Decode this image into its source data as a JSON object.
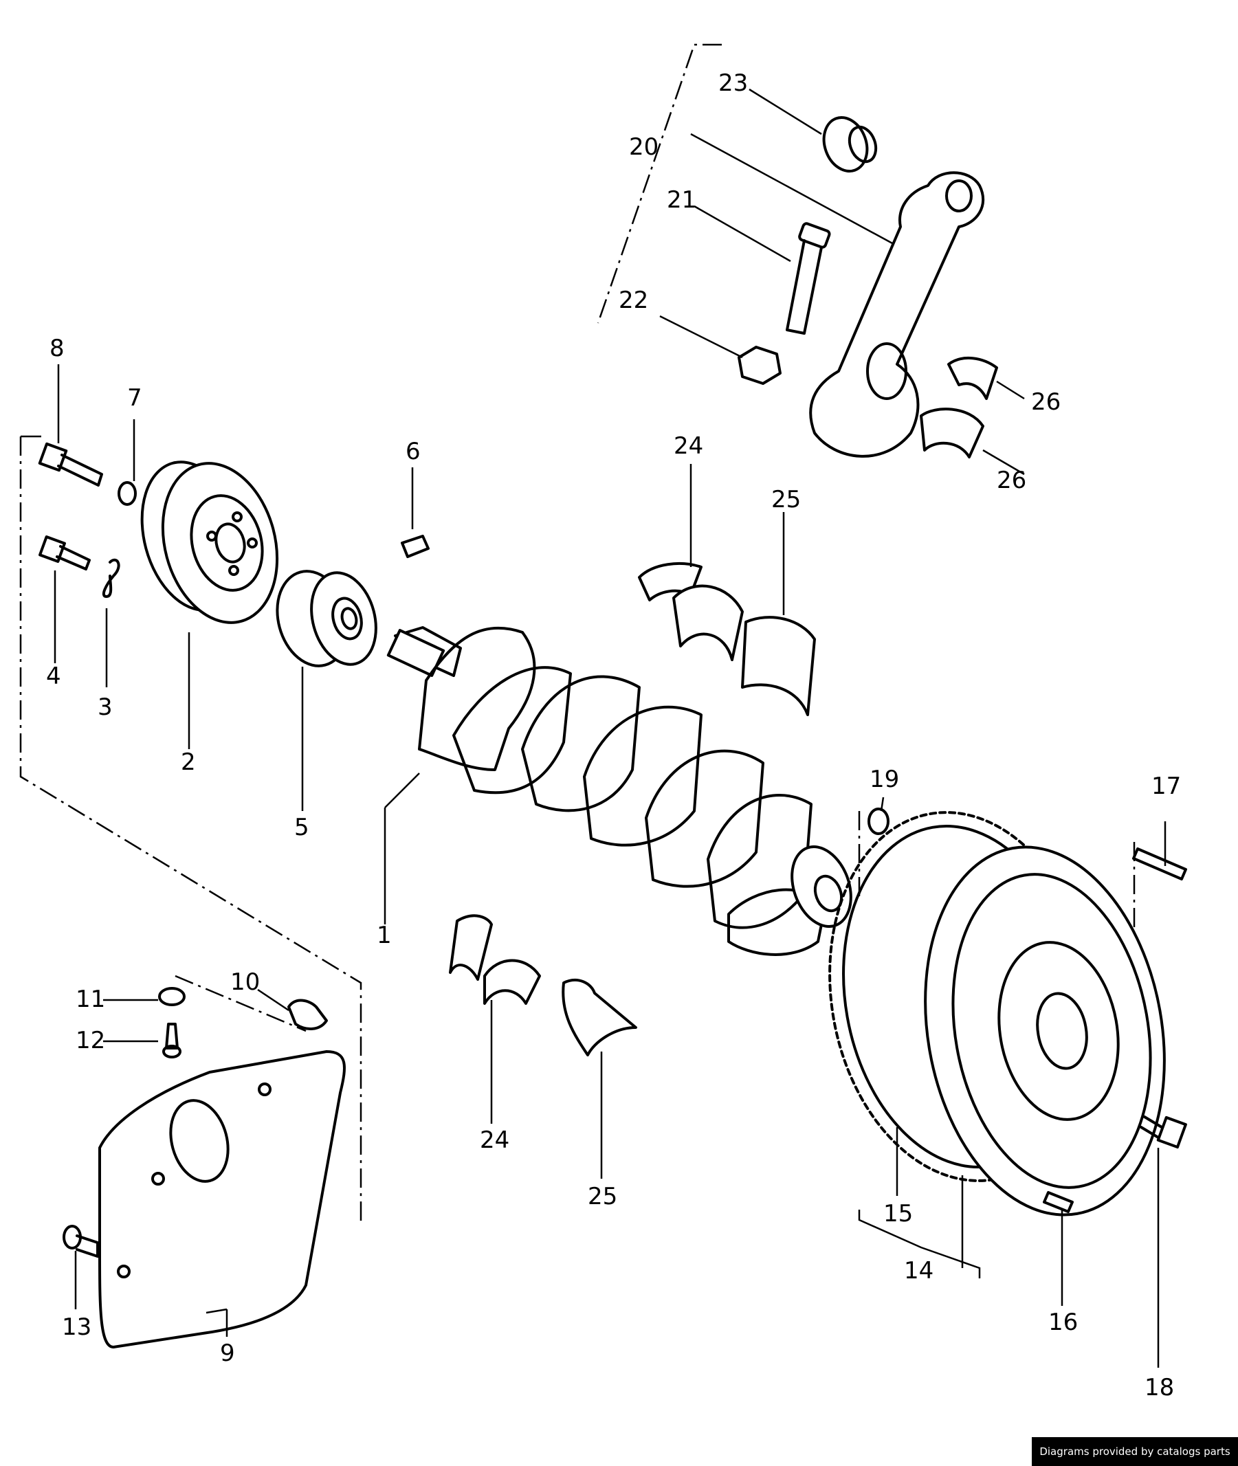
{
  "labels": {
    "l1": "1",
    "l2": "2",
    "l3": "3",
    "l4": "4",
    "l5": "5",
    "l6": "6",
    "l7": "7",
    "l8": "8",
    "l9": "9",
    "l10": "10",
    "l11": "11",
    "l12": "12",
    "l13": "13",
    "l14": "14",
    "l15": "15",
    "l16": "16",
    "l17": "17",
    "l18": "18",
    "l19": "19",
    "l20": "20",
    "l21": "21",
    "l22": "22",
    "l23": "23",
    "l24a": "24",
    "l24b": "24",
    "l25a": "25",
    "l25b": "25",
    "l26a": "26",
    "l26b": "26"
  },
  "footer": {
    "credit": "Diagrams provided by catalogs parts"
  }
}
